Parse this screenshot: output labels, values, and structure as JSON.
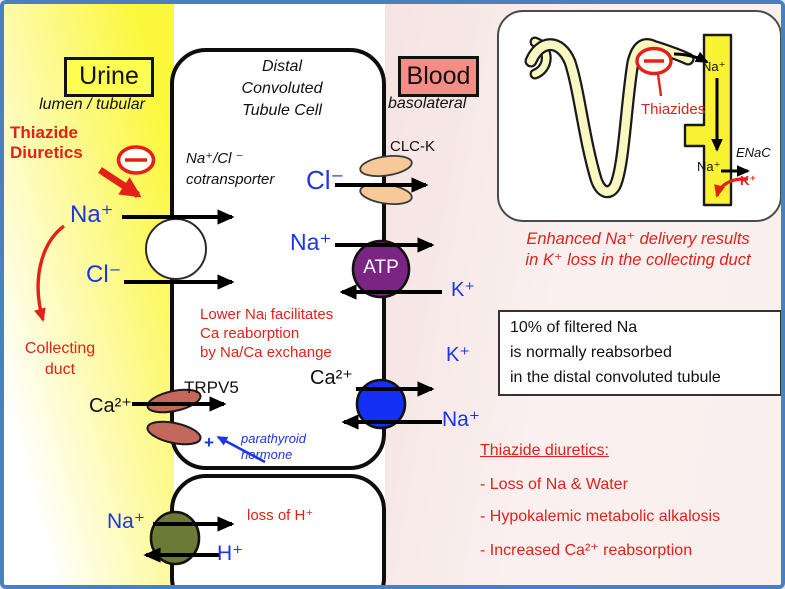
{
  "colors": {
    "border_blue": "#4C7FBE",
    "red": "#E32119",
    "ion_blue": "#1B35E8",
    "atp_purple": "#7A2483",
    "exchanger_blue": "#1430F5",
    "nhe_olive": "#6C7A35",
    "clck_peach": "#F8C998",
    "trpv5_rust": "#C4685C",
    "lumen_yellow": "#FBF83B",
    "blood_pink": "#F5E3E2",
    "urine_box": "#FDFD4F",
    "blood_box": "#F58C85",
    "duct_yellow": "#F8F233"
  },
  "lumen": {
    "title": "Urine",
    "subtitle": "lumen / tubular",
    "thiazide_line1": "Thiazide",
    "thiazide_line2": "Diuretics",
    "na": "Na⁺",
    "cl": "Cl⁻",
    "collecting_line1": "Collecting",
    "collecting_line2": "duct",
    "ca": "Ca²⁺"
  },
  "cell": {
    "title_line1": "Distal",
    "title_line2": "Convoluted",
    "title_line3": "Tubule Cell",
    "ncc_line1": "Na⁺/Cl ⁻",
    "ncc_line2": "cotransporter",
    "clck": "CLC-K",
    "cl": "Cl⁻",
    "na": "Na⁺",
    "atp": "ATP",
    "lower_line1": "Lower Naᵢ facilitates",
    "lower_line2": "Ca reaborption",
    "lower_line3": "by Na/Ca exchange",
    "ca": "Ca²⁺",
    "trpv5": "TRPV5",
    "plus": "+",
    "pth_line1": "parathyroid",
    "pth_line2": "hormone",
    "na_bottom": "Na⁺",
    "h_bottom": "H⁺",
    "loss_h": "loss of H⁺"
  },
  "blood": {
    "title": "Blood",
    "subtitle": "basolateral",
    "k1": "K⁺",
    "k2": "K⁺",
    "na": "Na⁺"
  },
  "inset": {
    "thiazides": "Thiazides",
    "na_top": "Na⁺",
    "na_bottom": "Na⁺",
    "enac": "ENaC",
    "k": "K⁺",
    "caption_line1": "Enhanced Na⁺ delivery results",
    "caption_line2": "in K⁺ loss in the collecting duct"
  },
  "note": {
    "line1": "10% of filtered Na",
    "line2": "is normally reabsorbed",
    "line3": "in the distal convoluted tubule"
  },
  "effects": {
    "title": "Thiazide diuretics:",
    "item1": "- Loss of Na & Water",
    "item2": "- Hypokalemic metabolic alkalosis",
    "item3": "- Increased Ca²⁺ reabsorption"
  }
}
